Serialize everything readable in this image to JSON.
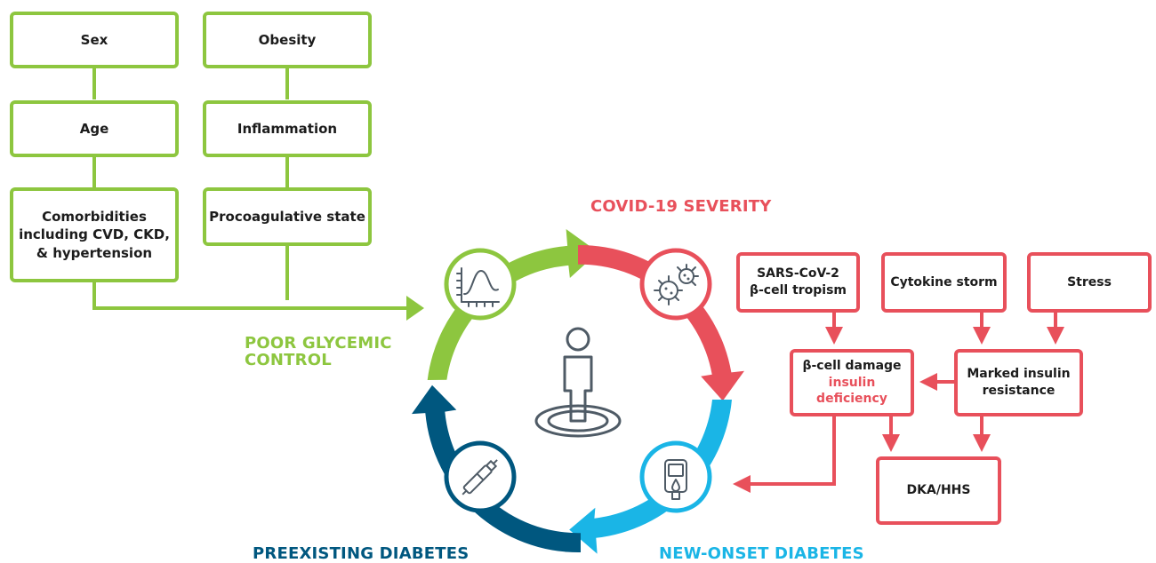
{
  "colors": {
    "green": "#8dc63f",
    "red": "#e8505b",
    "cyan": "#1ab5e6",
    "navy": "#00577f",
    "icon_gray": "#4f5b66"
  },
  "risk_factors": {
    "left_column": [
      "Sex",
      "Age",
      "Comorbidities\nincluding CVD, CKD,\n& hypertension"
    ],
    "right_column": [
      "Obesity",
      "Inflammation",
      "Procoagulative state"
    ]
  },
  "cycle": {
    "poor_glycemic_control": "POOR GLYCEMIC\nCONTROL",
    "covid_severity": "COVID-19 SEVERITY",
    "new_onset_diabetes": "NEW-ONSET DIABETES",
    "preexisting_diabetes": "PREEXISTING DIABETES"
  },
  "icons": {
    "top_left": "glucose-curve-chart-icon",
    "top_right": "virus-icon",
    "bottom_right": "glucometer-icon",
    "bottom_left": "insulin-pen-icon",
    "center": "person-icon"
  },
  "mechanisms": {
    "sars_cov_2": "SARS-CoV-2\nβ-cell tropism",
    "cytokine_storm": "Cytokine storm",
    "stress": "Stress",
    "beta_cell_damage": "β-cell damage",
    "insulin_deficiency": "insulin\ndeficiency",
    "insulin_resistance": "Marked insulin\nresistance",
    "dka_hhs": "DKA/HHS"
  }
}
